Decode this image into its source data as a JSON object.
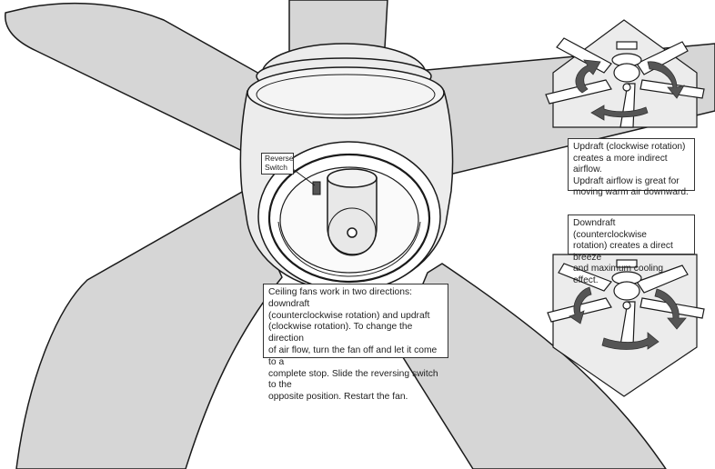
{
  "labels": {
    "reverse_switch": "Reverse\nSwitch",
    "main_text": "Ceiling fans work in two directions: downdraft\n(counterclockwise rotation) and updraft\n(clockwise rotation). To change the direction\nof air flow, turn the fan off and let it come to a\ncomplete stop. Slide the reversing switch to the\nopposite position. Restart the fan.",
    "updraft_text": "Updraft (clockwise rotation)\ncreates a more indirect airflow.\nUpdraft airflow is great for\nmoving warm air downward.",
    "downdraft_text": "Downdraft (counterclockwise\nrotation) creates a direct breeze\nand maximum cooling effect."
  },
  "colors": {
    "blade": "#d6d6d6",
    "outline": "#1a1a1a",
    "housing": "#ececec",
    "arrow": "#555555"
  }
}
